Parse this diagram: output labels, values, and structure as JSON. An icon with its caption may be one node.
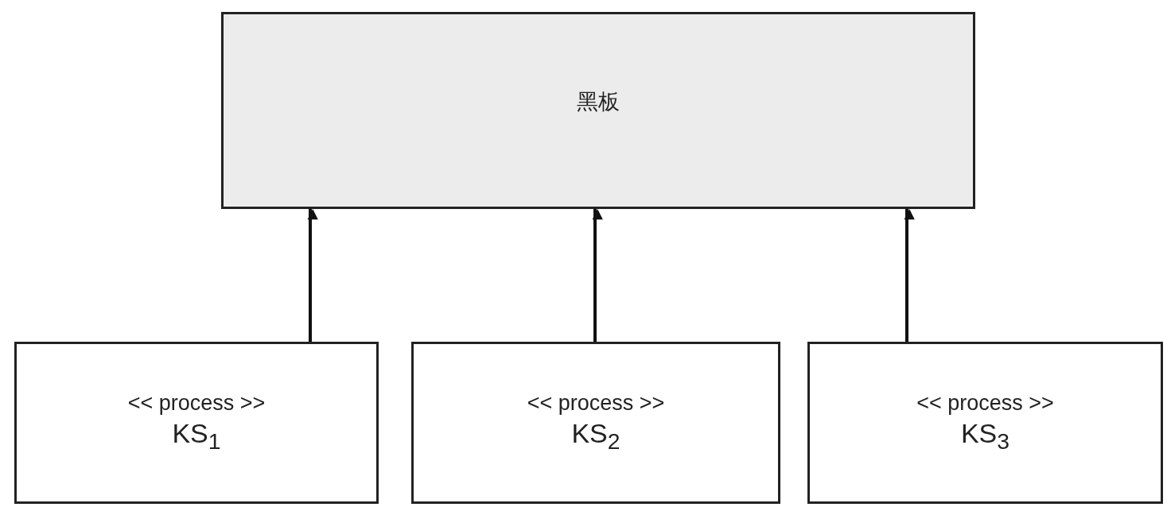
{
  "diagram": {
    "nodes": [
      {
        "text": [
          "黑板"
        ]
      },
      {
        "text": [
          "<< process >>",
          "KS$_{1}$"
        ]
      },
      {
        "text": [
          "<< process >>",
          "KS$_{2}$"
        ]
      },
      {
        "text": [
          "<< process >>",
          "KS$_{3}$"
        ]
      }
    ],
    "edges": [
      {
        "from": 1,
        "to": 0,
        "arrow": "to"
      },
      {
        "from": 2,
        "to": 0,
        "arrow": "to"
      },
      {
        "from": 3,
        "to": 0,
        "arrow": "to"
      }
    ]
  }
}
